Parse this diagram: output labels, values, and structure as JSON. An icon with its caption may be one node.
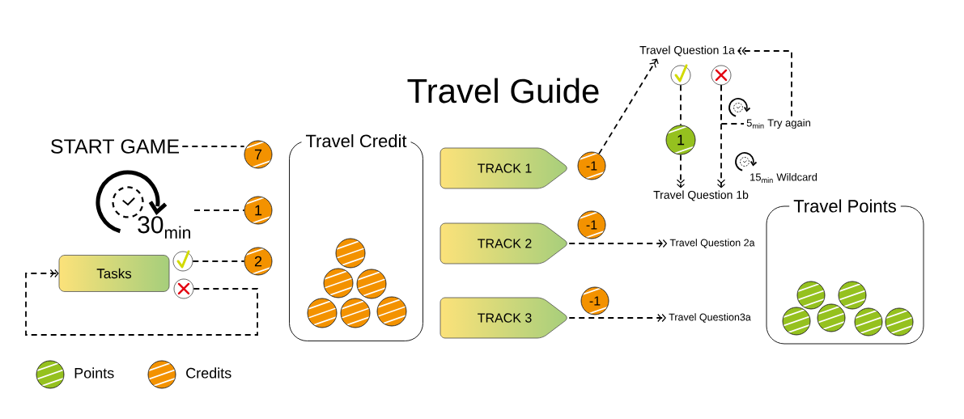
{
  "diagram": {
    "title": "Travel Guide",
    "nodes": [
      {
        "text": [
          "START GAME"
        ]
      },
      {
        "text": [
          "7"
        ]
      },
      {
        "text": [
          "30$_{min}$"
        ]
      },
      {
        "text": [
          "1"
        ]
      },
      {
        "text": [
          "Tasks"
        ]
      },
      {
        "text": [],
        "shape": "circle"
      },
      {
        "text": [],
        "shape": "circle"
      },
      {
        "text": [
          "2"
        ]
      },
      {
        "text": [
          "Travel Credit"
        ]
      },
      {
        "text": [],
        "shape": "circle",
        "in": 8
      },
      {
        "text": [],
        "shape": "circle",
        "in": 8
      },
      {
        "text": [],
        "shape": "circle",
        "in": 8
      },
      {
        "text": [],
        "shape": "circle",
        "in": 8
      },
      {
        "text": [],
        "shape": "circle",
        "in": 8
      },
      {
        "text": [],
        "shape": "circle",
        "in": 8
      },
      {
        "text": [
          "TRACK 1"
        ]
      },
      {
        "text": [
          "-1"
        ]
      },
      {
        "text": [
          "TRACK 2"
        ]
      },
      {
        "text": [
          "-1"
        ]
      },
      {
        "text": [
          "TRACK 3"
        ]
      },
      {
        "text": [
          "-1"
        ]
      },
      {
        "text": [
          "Travel Question 1a"
        ]
      },
      {
        "text": [],
        "shape": "circle"
      },
      {
        "text": [],
        "shape": "circle"
      },
      {
        "text": [
          "5$_{min}$ Try again"
        ]
      },
      {
        "text": [
          "1"
        ]
      },
      {
        "text": [
          "15$_{min}$ Wildcard"
        ]
      },
      {
        "text": [
          "Travel Question 1b"
        ]
      },
      {
        "text": [
          "Travel Question 2a"
        ]
      },
      {
        "text": [
          "Travel Question3a"
        ]
      },
      {
        "text": [
          "Travel Points"
        ]
      },
      {
        "text": [],
        "shape": "circle",
        "in": 30
      },
      {
        "text": [],
        "shape": "circle",
        "in": 30
      },
      {
        "text": [],
        "shape": "circle",
        "in": 30
      },
      {
        "text": [],
        "shape": "circle",
        "in": 30
      },
      {
        "text": [],
        "shape": "circle",
        "in": 30
      },
      {
        "text": [],
        "shape": "circle",
        "in": 30
      }
    ],
    "edges": [
      {
        "from": 0,
        "to": 1,
        "arrow": "none",
        "style": "dashed"
      },
      {
        "from": 2,
        "to": 3,
        "arrow": "none",
        "style": "dashed"
      },
      {
        "from": 5,
        "to": 7,
        "arrow": "none",
        "style": "dashed"
      },
      {
        "from": 6,
        "to": 4,
        "arrow": "to",
        "style": "dashed"
      },
      {
        "from": 16,
        "to": 21,
        "arrow": "to",
        "style": "dashed"
      },
      {
        "from": 17,
        "to": 28,
        "arrow": "to",
        "style": "dashed"
      },
      {
        "from": 19,
        "to": 29,
        "arrow": "to",
        "style": "dashed"
      },
      {
        "from": 22,
        "to": 25,
        "arrow": "none",
        "style": "dashed"
      },
      {
        "from": 25,
        "to": 27,
        "arrow": "to",
        "style": "dashed"
      },
      {
        "from": 23,
        "to": 27,
        "arrow": "to",
        "style": "dashed"
      },
      {
        "from": 23,
        "to": 24,
        "arrow": "none",
        "style": "dashed"
      },
      {
        "from": 24,
        "to": 21,
        "arrow": "to",
        "style": "dashed"
      }
    ],
    "legend": [
      {
        "text": "Points",
        "color": "#95c11f"
      },
      {
        "text": "Credits",
        "color": "#f39200"
      }
    ]
  }
}
